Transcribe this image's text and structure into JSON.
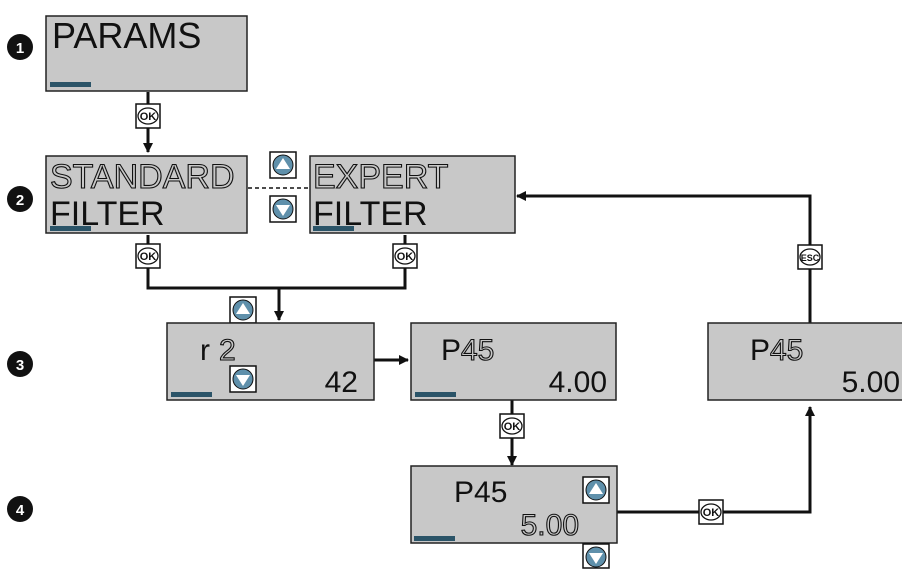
{
  "steps": [
    "1",
    "2",
    "3",
    "4"
  ],
  "keys": {
    "ok": "OK",
    "esc": "ESC"
  },
  "screen_params": {
    "line1": "PARAMS"
  },
  "screen_standard": {
    "line1": "STANDARD",
    "line2": "FILTER"
  },
  "screen_expert": {
    "line1": "EXPERT",
    "line2": "FILTER"
  },
  "screen_r2": {
    "prefix": "r",
    "number": "2",
    "value": "42"
  },
  "screen_p45_a": {
    "prefix": "P",
    "number": "45",
    "value": "4.00"
  },
  "screen_p45_b": {
    "prefix": "P45",
    "value": "5.00"
  },
  "screen_p45_c": {
    "prefix": "P",
    "number": "45",
    "value": "5.00"
  },
  "colors": {
    "lcd": "#c8c8c8",
    "bar": "#2b5468",
    "arrow_key": "#5f90ab"
  },
  "icons": [
    "up-arrow-key-icon",
    "down-arrow-key-icon",
    "ok-key-icon",
    "esc-key-icon"
  ]
}
